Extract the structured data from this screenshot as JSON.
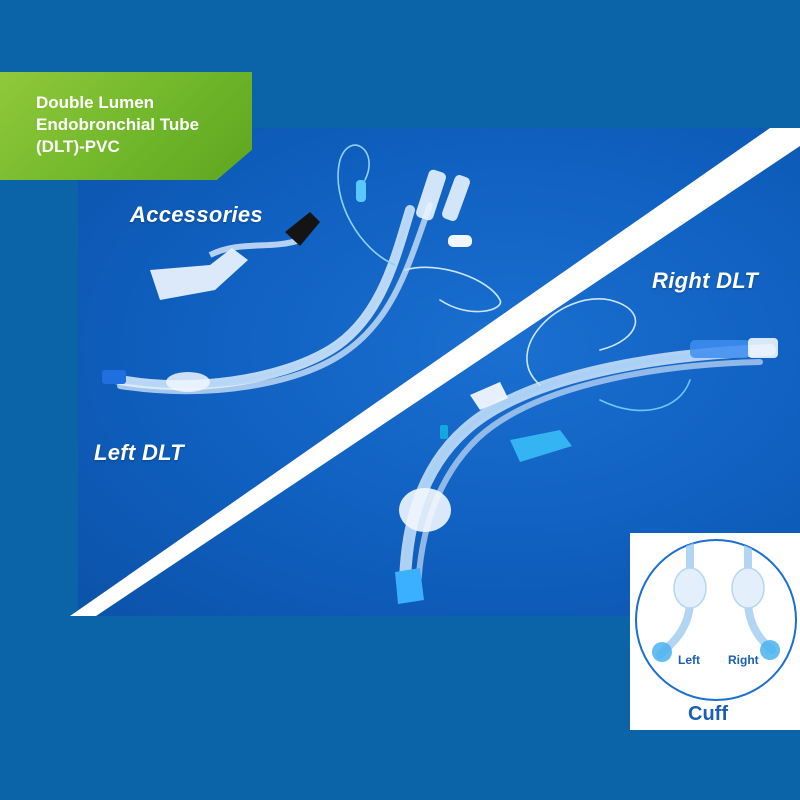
{
  "badge": {
    "lines": [
      "Double Lumen",
      "Endobronchial Tube",
      "(DLT)-PVC"
    ]
  },
  "labels": {
    "accessories": "Accessories",
    "right_dlt": "Right DLT",
    "left_dlt": "Left DLT"
  },
  "cuff": {
    "title": "Cuff",
    "left": "Left",
    "right": "Right"
  },
  "colors": {
    "background": "#0b63a8",
    "panel": "#1565c0",
    "badge_green": "#7cbf30",
    "cuff_text": "#1a5fb4",
    "accent_blue": "#1ea7e8"
  }
}
